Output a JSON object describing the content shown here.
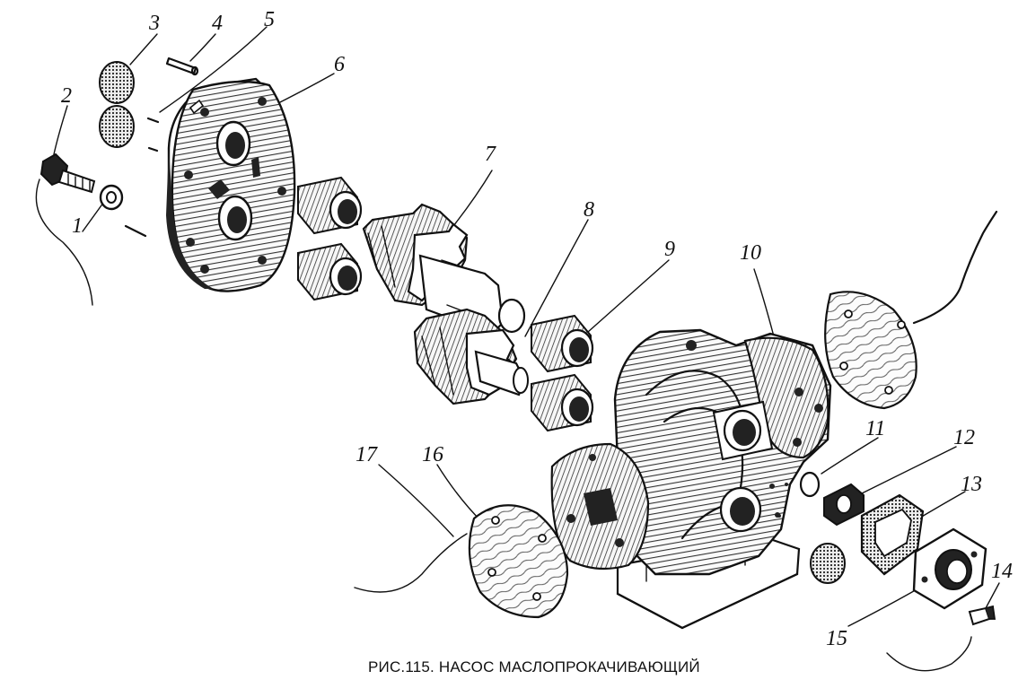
{
  "caption": "РИС.115. НАСОС МАСЛОПРОКАЧИВАЮЩИЙ",
  "labels": [
    "1",
    "2",
    "3",
    "4",
    "5",
    "6",
    "7",
    "8",
    "9",
    "10",
    "11",
    "12",
    "13",
    "14",
    "15",
    "16",
    "17"
  ],
  "colors": {
    "ink": "#111111",
    "paper": "#ffffff",
    "hatch": "#444444"
  }
}
